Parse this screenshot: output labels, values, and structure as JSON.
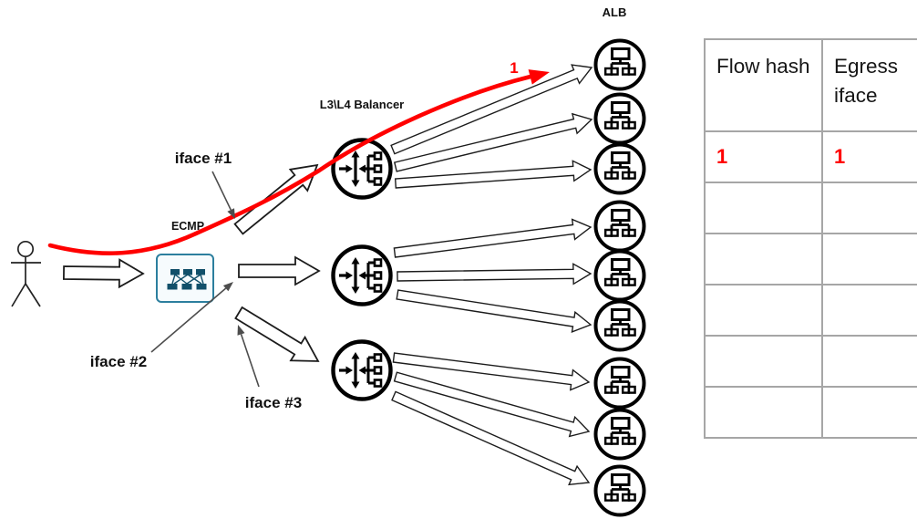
{
  "labels": {
    "alb": "ALB",
    "l3l4_balancer": "L3\\L4 Balancer",
    "ecmp": "ECMP",
    "iface_1": "iface #1",
    "iface_2": "iface #2",
    "iface_3": "iface #3",
    "flow_marker": "1"
  },
  "colors": {
    "flow_highlight": "#ff0000",
    "ecmp_box_border": "#2c7f9e",
    "ecmp_glyph": "#11506a",
    "annotation": "#4d4d4d",
    "table_border": "#a6a6a6"
  },
  "nodes": {
    "balancer_count": 3,
    "alb_count": 9
  },
  "table": {
    "columns": [
      "Flow hash",
      "Egress iface"
    ],
    "rows": [
      [
        "1",
        "1"
      ],
      [
        "",
        ""
      ],
      [
        "",
        ""
      ],
      [
        "",
        ""
      ],
      [
        "",
        ""
      ],
      [
        "",
        ""
      ]
    ],
    "highlighted_row": 0
  }
}
